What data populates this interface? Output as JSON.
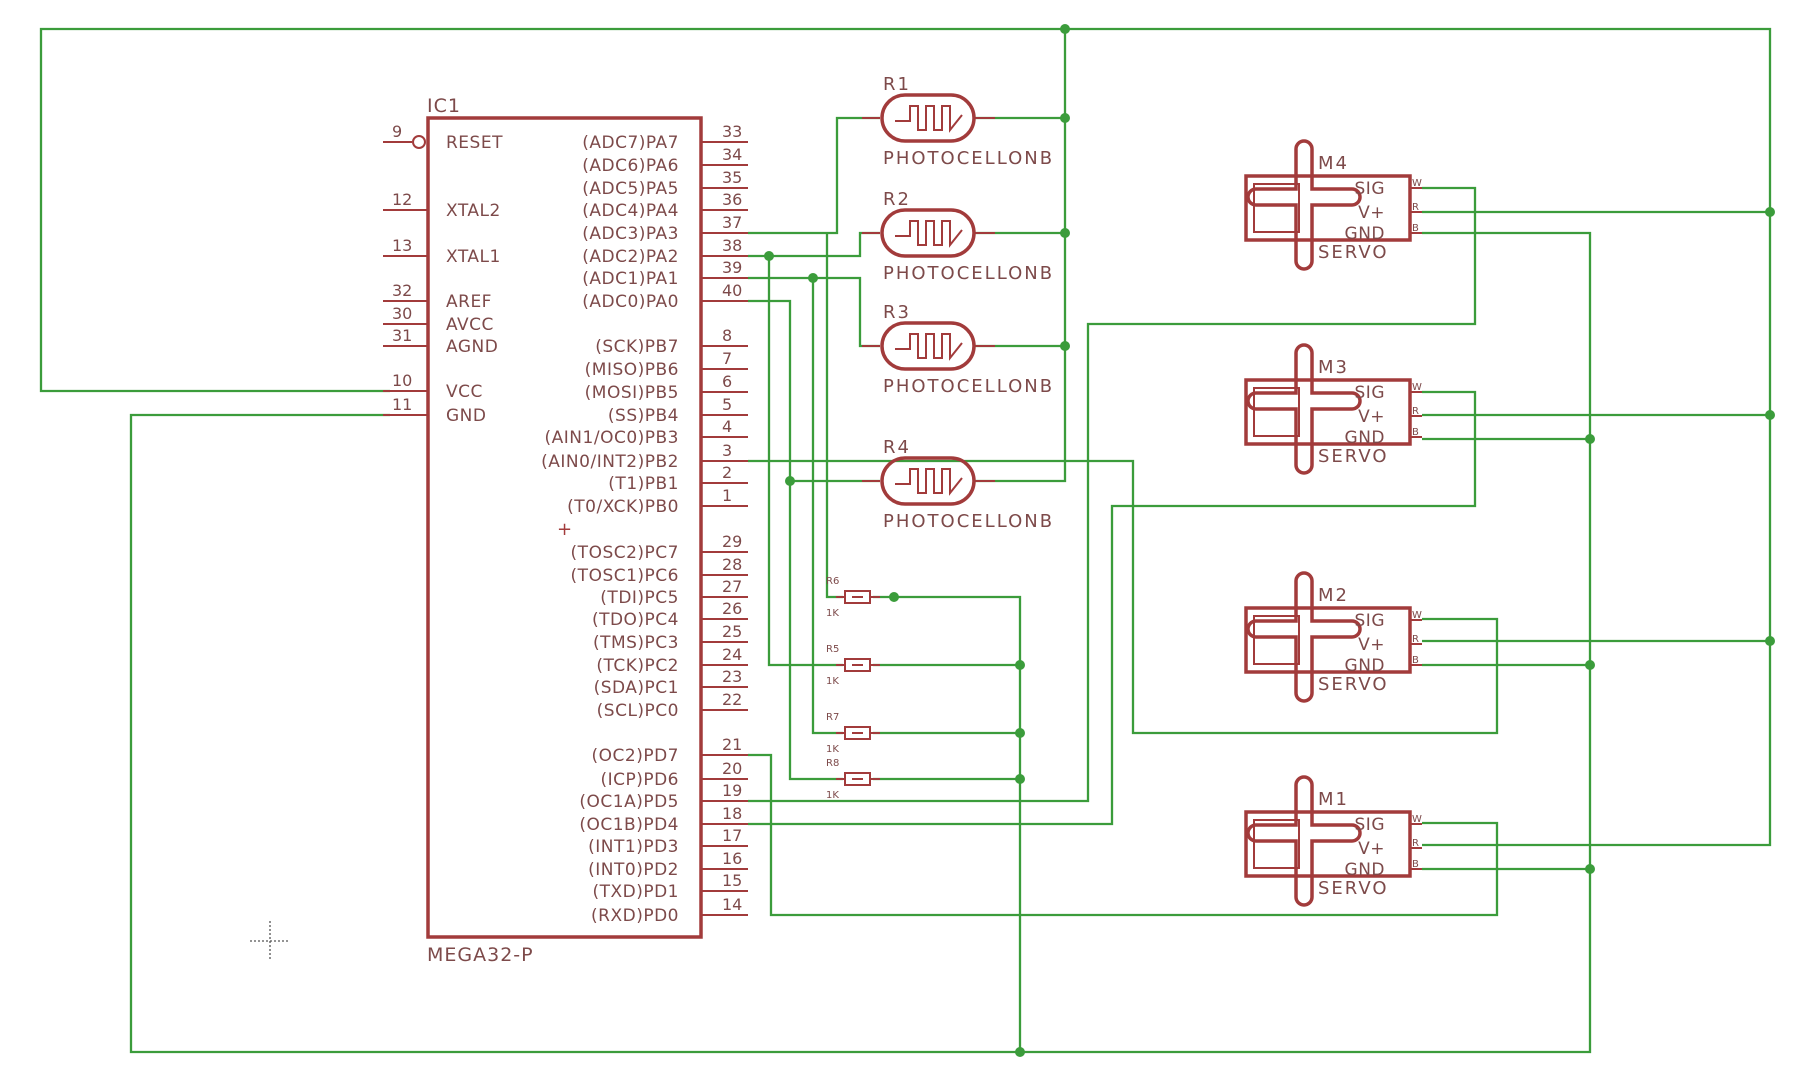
{
  "colors": {
    "wire": "#3b9c3b",
    "component": "#a23b3b",
    "text": "#7d4a4a",
    "background": "#ffffff"
  },
  "ic": {
    "ref": "IC1",
    "value": "MEGA32-P",
    "left_pins": [
      {
        "num": "9",
        "name": "RESET"
      },
      {
        "num": "12",
        "name": "XTAL2"
      },
      {
        "num": "13",
        "name": "XTAL1"
      },
      {
        "num": "32",
        "name": "AREF"
      },
      {
        "num": "30",
        "name": "AVCC"
      },
      {
        "num": "31",
        "name": "AGND"
      },
      {
        "num": "10",
        "name": "VCC"
      },
      {
        "num": "11",
        "name": "GND"
      }
    ],
    "right_pins": [
      {
        "num": "33",
        "name": "(ADC7)PA7"
      },
      {
        "num": "34",
        "name": "(ADC6)PA6"
      },
      {
        "num": "35",
        "name": "(ADC5)PA5"
      },
      {
        "num": "36",
        "name": "(ADC4)PA4"
      },
      {
        "num": "37",
        "name": "(ADC3)PA3"
      },
      {
        "num": "38",
        "name": "(ADC2)PA2"
      },
      {
        "num": "39",
        "name": "(ADC1)PA1"
      },
      {
        "num": "40",
        "name": "(ADC0)PA0"
      },
      {
        "num": "8",
        "name": "(SCK)PB7"
      },
      {
        "num": "7",
        "name": "(MISO)PB6"
      },
      {
        "num": "6",
        "name": "(MOSI)PB5"
      },
      {
        "num": "5",
        "name": "(SS)PB4"
      },
      {
        "num": "4",
        "name": "(AIN1/OC0)PB3"
      },
      {
        "num": "3",
        "name": "(AIN0/INT2)PB2"
      },
      {
        "num": "2",
        "name": "(T1)PB1"
      },
      {
        "num": "1",
        "name": "(T0/XCK)PB0"
      },
      {
        "num": "29",
        "name": "(TOSC2)PC7"
      },
      {
        "num": "28",
        "name": "(TOSC1)PC6"
      },
      {
        "num": "27",
        "name": "(TDI)PC5"
      },
      {
        "num": "26",
        "name": "(TDO)PC4"
      },
      {
        "num": "25",
        "name": "(TMS)PC3"
      },
      {
        "num": "24",
        "name": "(TCK)PC2"
      },
      {
        "num": "23",
        "name": "(SDA)PC1"
      },
      {
        "num": "22",
        "name": "(SCL)PC0"
      },
      {
        "num": "21",
        "name": "(OC2)PD7"
      },
      {
        "num": "20",
        "name": "(ICP)PD6"
      },
      {
        "num": "19",
        "name": "(OC1A)PD5"
      },
      {
        "num": "18",
        "name": "(OC1B)PD4"
      },
      {
        "num": "17",
        "name": "(INT1)PD3"
      },
      {
        "num": "16",
        "name": "(INT0)PD2"
      },
      {
        "num": "15",
        "name": "(TXD)PD1"
      },
      {
        "num": "14",
        "name": "(RXD)PD0"
      }
    ]
  },
  "photocells": [
    {
      "ref": "R1",
      "value": "PHOTOCELLONB"
    },
    {
      "ref": "R2",
      "value": "PHOTOCELLONB"
    },
    {
      "ref": "R3",
      "value": "PHOTOCELLONB"
    },
    {
      "ref": "R4",
      "value": "PHOTOCELLONB"
    }
  ],
  "resistors": [
    {
      "ref": "R6",
      "value": "1K"
    },
    {
      "ref": "R5",
      "value": "1K"
    },
    {
      "ref": "R7",
      "value": "1K"
    },
    {
      "ref": "R8",
      "value": "1K"
    }
  ],
  "servos": [
    {
      "ref": "M4",
      "value": "SERVO"
    },
    {
      "ref": "M3",
      "value": "SERVO"
    },
    {
      "ref": "M2",
      "value": "SERVO"
    },
    {
      "ref": "M1",
      "value": "SERVO"
    }
  ],
  "servo_pins": {
    "sig": "SIG",
    "vplus": "V+",
    "gnd": "GND",
    "sig_mark": "W",
    "vplus_mark": "R",
    "gnd_mark": "B"
  }
}
